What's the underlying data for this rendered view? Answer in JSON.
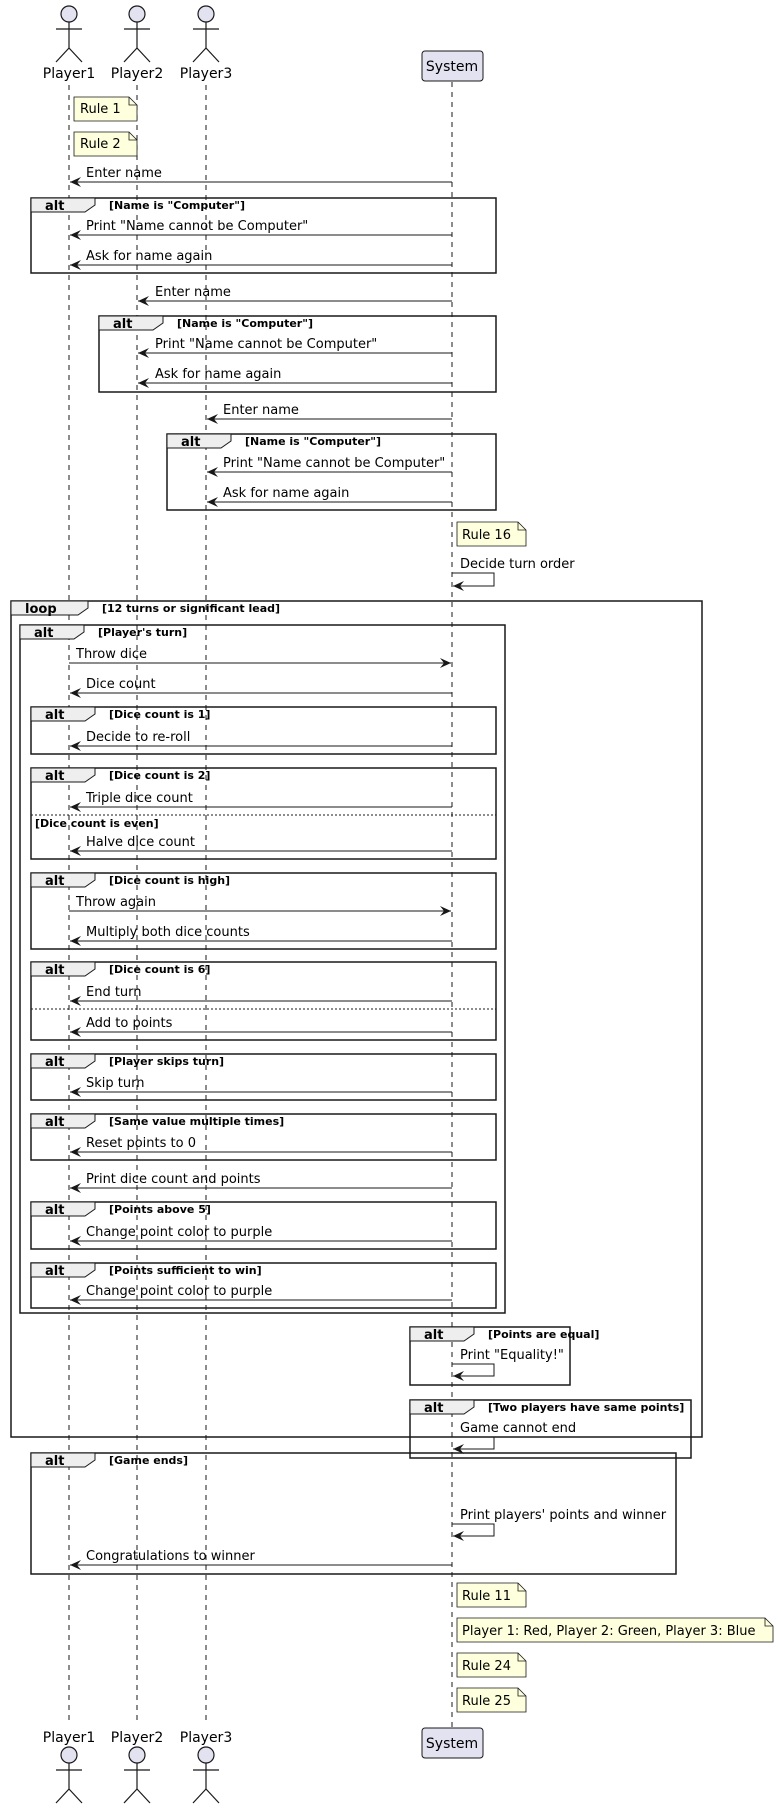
{
  "participants": [
    {
      "id": "p1",
      "name": "Player1",
      "kind": "actor"
    },
    {
      "id": "p2",
      "name": "Player2",
      "kind": "actor"
    },
    {
      "id": "p3",
      "name": "Player3",
      "kind": "actor"
    },
    {
      "id": "sys",
      "name": "System",
      "kind": "participant"
    }
  ],
  "colors": {
    "participant_fill": "#E2E2F0",
    "participant_stroke": "#181818",
    "note_fill": "#FEFFDD",
    "frame_header_fill": "#EEEEEE",
    "line": "#181818"
  },
  "notes": {
    "rule1": "Rule 1",
    "rule2": "Rule 2",
    "rule16": "Rule 16",
    "rule11": "Rule 11",
    "colors": "Player 1: Red, Player 2: Green, Player 3: Blue",
    "rule24": "Rule 24",
    "rule25": "Rule 25"
  },
  "messages": {
    "p1_enter": "Enter name",
    "p1_print": "Print \"Name cannot be Computer\"",
    "p1_ask": "Ask for name again",
    "p2_enter": "Enter name",
    "p2_print": "Print \"Name cannot be Computer\"",
    "p2_ask": "Ask for name again",
    "p3_enter": "Enter name",
    "p3_print": "Print \"Name cannot be Computer\"",
    "p3_ask": "Ask for name again",
    "turn_order": "Decide turn order",
    "throw": "Throw dice",
    "dice_count": "Dice count",
    "reroll": "Decide to re-roll",
    "triple": "Triple dice count",
    "halve": "Halve dice count",
    "throw_again": "Throw again",
    "multiply": "Multiply both dice counts",
    "end_turn": "End turn",
    "add_points": "Add to points",
    "skip": "Skip turn",
    "reset": "Reset points to 0",
    "print_count": "Print dice count and points",
    "purple1": "Change point color to purple",
    "purple2": "Change point color to purple",
    "equality": "Print \"Equality!\"",
    "cannot_end": "Game cannot end",
    "print_winner": "Print players' points and winner",
    "congrats": "Congratulations to winner"
  },
  "frames": {
    "alt1": {
      "kw": "alt",
      "cond": "[Name is \"Computer\"]"
    },
    "alt2": {
      "kw": "alt",
      "cond": "[Name is \"Computer\"]"
    },
    "alt3": {
      "kw": "alt",
      "cond": "[Name is \"Computer\"]"
    },
    "loop": {
      "kw": "loop",
      "cond": "[12 turns or significant lead]"
    },
    "turn": {
      "kw": "alt",
      "cond": "[Player's turn]"
    },
    "count1": {
      "kw": "alt",
      "cond": "[Dice count is 1]"
    },
    "count2": {
      "kw": "alt",
      "cond": "[Dice count is 2]",
      "else": "[Dice count is even]"
    },
    "high": {
      "kw": "alt",
      "cond": "[Dice count is high]"
    },
    "count6": {
      "kw": "alt",
      "cond": "[Dice count is 6]"
    },
    "skips": {
      "kw": "alt",
      "cond": "[Player skips turn]"
    },
    "same": {
      "kw": "alt",
      "cond": "[Same value multiple times]"
    },
    "above5": {
      "kw": "alt",
      "cond": "[Points above 5]"
    },
    "win": {
      "kw": "alt",
      "cond": "[Points sufficient to win]"
    },
    "equal": {
      "kw": "alt",
      "cond": "[Points are equal]"
    },
    "samepts": {
      "kw": "alt",
      "cond": "[Two players have same points]"
    },
    "ends": {
      "kw": "alt",
      "cond": "[Game ends]"
    }
  }
}
